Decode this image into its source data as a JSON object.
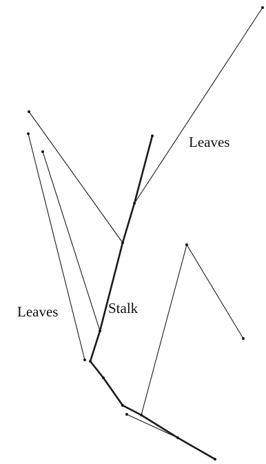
{
  "labels": {
    "leaves_top": "Leaves",
    "leaves_left": "Leaves",
    "stalk": "Stalk"
  },
  "colors": {
    "line": "#1a1a1a",
    "background": "#ffffff"
  }
}
